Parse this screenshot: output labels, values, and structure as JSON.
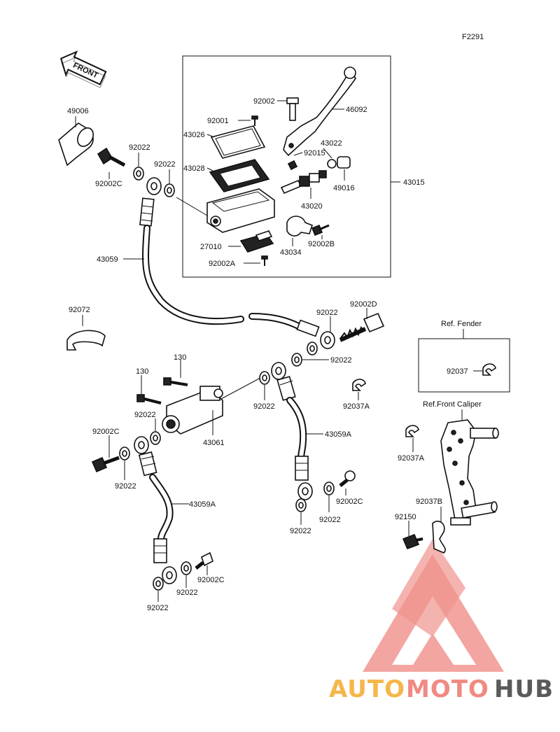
{
  "diagram_id": "F2291",
  "front_arrow": "FRONT",
  "refs": {
    "fender": "Ref. Fender",
    "front_caliper": "Ref.Front Caliper"
  },
  "watermark": {
    "auto": "AUTO",
    "moto": "MOTO",
    "hub": "HUB",
    "colors": {
      "auto": "#f5b64a",
      "moto": "#f08a82",
      "hub": "#5a5a5a",
      "logo": "#f3a19c"
    }
  },
  "labels": {
    "p92002_top": "92002",
    "p46092": "46092",
    "p92001": "92001",
    "p43026": "43026",
    "p43022": "43022",
    "p92015": "92015",
    "p43028": "43028",
    "p49016": "49016",
    "p43015": "43015",
    "p43020": "43020",
    "p27010": "27010",
    "p43034": "43034",
    "p92002b": "92002B",
    "p92002a": "92002A",
    "p49006": "49006",
    "p92022_a": "92022",
    "p92022_b": "92022",
    "p92002c_a": "92002C",
    "p43059": "43059",
    "p92072": "92072",
    "p92022_c": "92022",
    "p92002d": "92002D",
    "p92022_d": "92022",
    "p130_a": "130",
    "p130_b": "130",
    "p92022_e": "92022",
    "p43061": "43061",
    "p92022_f": "92022",
    "p92037": "92037",
    "p92037a_a": "92037A",
    "p92002c_b": "92002C",
    "p92022_g": "92022",
    "p43059a_a": "43059A",
    "p92037a_b": "92037A",
    "p43059a_b": "43059A",
    "p92002c_c": "92002C",
    "p92022_h": "92022",
    "p92022_i": "92022",
    "p92037b": "92037B",
    "p92150": "92150",
    "p92002c_d": "92002C",
    "p92022_j": "92022",
    "p92022_k": "92022"
  }
}
